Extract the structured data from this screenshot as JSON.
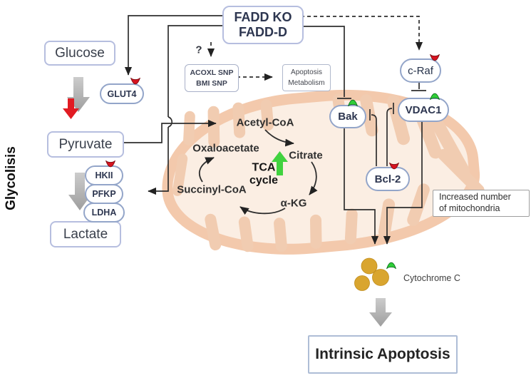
{
  "title_box": {
    "line1": "FADD KO",
    "line2": "FADD-D"
  },
  "glycolysis": {
    "pathway_label": "Glycolisis",
    "glucose": "Glucose",
    "pyruvate": "Pyruvate",
    "lactate": "Lactate",
    "transporter": "GLUT4",
    "enzymes": [
      "HKII",
      "PFKP",
      "LDHA"
    ]
  },
  "snp": {
    "question_mark": "?",
    "box_line1": "ACOXL SNP",
    "box_line2": "BMI SNP",
    "target_line1": "Apoptosis",
    "target_line2": "Metabolism"
  },
  "tca": {
    "title_line1": "TCA",
    "title_line2": "cycle",
    "acetyl_coa": "Acetyl-CoA",
    "citrate": "Citrate",
    "akg": "α-KG",
    "succinyl_coa": "Succinyl-CoA",
    "oxaloacetate": "Oxaloacetate"
  },
  "mito_proteins": {
    "craf": "c-Raf",
    "vdac1": "VDAC1",
    "bak": "Bak",
    "bcl2": "Bcl-2"
  },
  "annotations": {
    "increased_mito_line1": "Increased number",
    "increased_mito_line2": "of mitochondria",
    "cytochrome_c": "Cytochrome C"
  },
  "outcome": {
    "label": "Intrinsic Apoptosis"
  },
  "icons": {
    "up_marker": "green-chevron-up-ribbon",
    "down_marker": "red-chevron-down-ribbon"
  },
  "colors": {
    "up_marker": "#2fce38",
    "down_marker": "#d61320",
    "red_arrow": "#e11b22",
    "green_arrow": "#41d23f",
    "gray_arrow_light": "#c9c9c9",
    "gray_arrow_dark": "#a0a0a0",
    "line": "#2e2e2e",
    "box_border": "#b6bedf",
    "oval_border": "#93a5c9",
    "mito_outer": "#f3c9ac",
    "mito_inner": "#fbeee3",
    "crista": "#f1ccb1",
    "gold": "#d9a52f"
  }
}
